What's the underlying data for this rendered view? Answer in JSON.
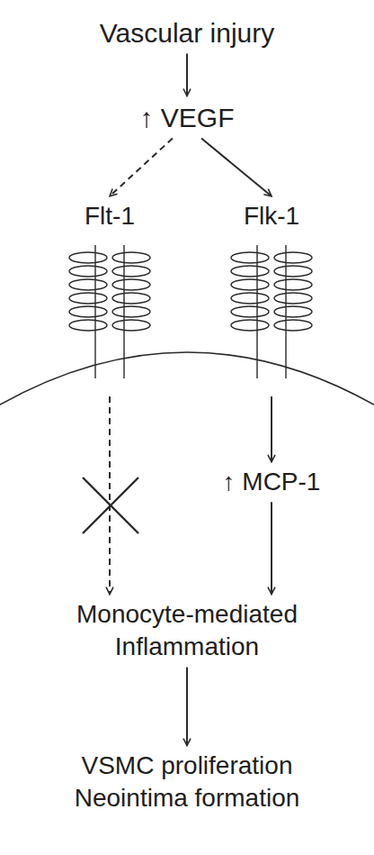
{
  "diagram": {
    "nodes": [
      {
        "text": [
          "Vascular injury"
        ]
      },
      {
        "text": [
          "↑ VEGF"
        ]
      },
      {
        "text": [
          "Flt-1"
        ]
      },
      {
        "text": [
          "Flk-1"
        ]
      },
      {
        "text": [
          "↑ MCP-1"
        ]
      },
      {
        "text": [
          "Monocyte-mediated Inflammation"
        ]
      },
      {
        "text": [
          "VSMC proliferation Neointima formation"
        ]
      }
    ],
    "edges": [
      {
        "from": 0,
        "to": 1,
        "arrow": "to"
      },
      {
        "from": 1,
        "to": 2,
        "arrow": "to"
      },
      {
        "from": 1,
        "to": 3,
        "arrow": "to"
      },
      {
        "from": 3,
        "to": 4,
        "arrow": "to"
      },
      {
        "from": 2,
        "to": 5,
        "arrow": "to"
      },
      {
        "from": 4,
        "to": 5,
        "arrow": "to"
      },
      {
        "from": 5,
        "to": 6,
        "arrow": "to"
      }
    ]
  }
}
